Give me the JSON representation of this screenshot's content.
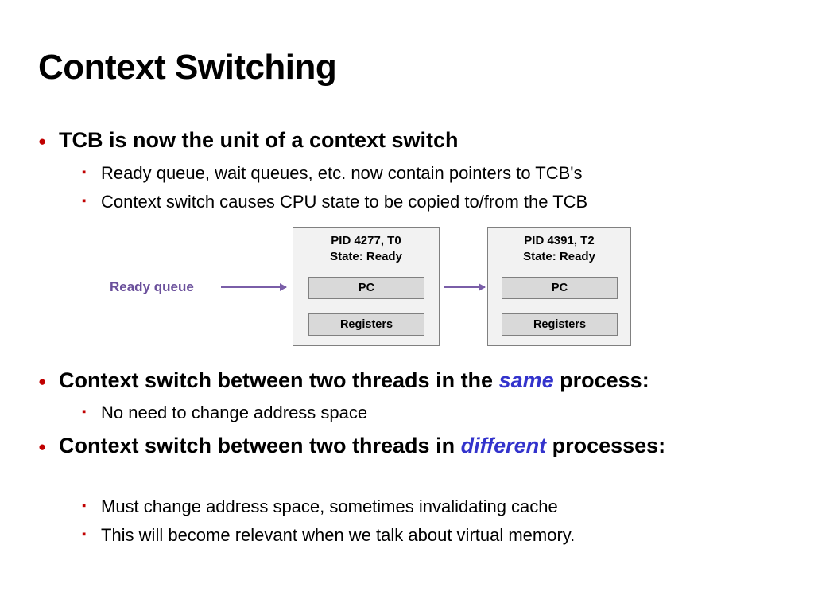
{
  "slide": {
    "title": "Context Switching",
    "bullets": [
      {
        "level": 1,
        "marker": "●",
        "text": "TCB is now the unit of a context switch"
      },
      {
        "level": 2,
        "marker": "▪",
        "text": "Ready queue, wait queues, etc. now contain pointers to TCB's"
      },
      {
        "level": 2,
        "marker": "▪",
        "text": "Context switch causes CPU state to be copied to/from the TCB"
      },
      {
        "level": 1,
        "marker": "●",
        "text_before": "Context switch between two threads in the ",
        "emphasis": "same",
        "text_after": " process:"
      },
      {
        "level": 2,
        "marker": "▪",
        "text": "No need to change address space"
      },
      {
        "level": 1,
        "marker": "●",
        "text_before": "Context switch between two threads in ",
        "emphasis": "different",
        "text_after": " processes:"
      },
      {
        "level": 2,
        "marker": "▪",
        "text": "Must change address space, sometimes invalidating cache"
      },
      {
        "level": 2,
        "marker": "▪",
        "text": "This will become relevant when we talk about virtual memory."
      }
    ],
    "diagram": {
      "queue_label": "Ready queue",
      "tcbs": [
        {
          "pid_line": "PID 4277, T0",
          "state_line": "State: Ready",
          "fields": [
            "PC",
            "Registers"
          ]
        },
        {
          "pid_line": "PID 4391, T2",
          "state_line": "State: Ready",
          "fields": [
            "PC",
            "Registers"
          ]
        }
      ]
    },
    "colors": {
      "bullet_marker": "#c00000",
      "emphasis": "#3333cc",
      "queue_accent": "#6a4f9b",
      "box_fill": "#f2f2f2",
      "field_fill": "#d9d9d9",
      "box_border": "#808080"
    }
  }
}
